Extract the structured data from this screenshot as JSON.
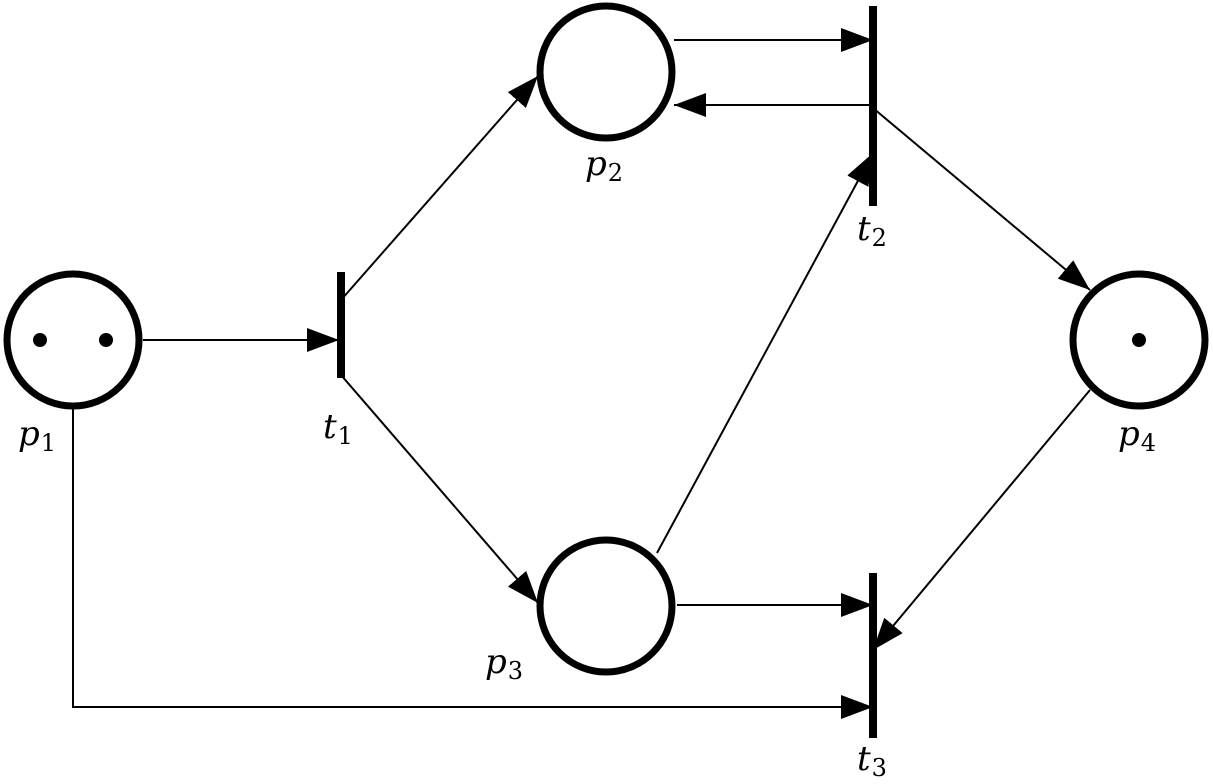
{
  "diagram": {
    "type": "petri-net",
    "colors": {
      "stroke": "#000000",
      "background": "#ffffff"
    },
    "places": [
      {
        "id": "p1",
        "name": "p",
        "index": "1",
        "tokens": 2
      },
      {
        "id": "p2",
        "name": "p",
        "index": "2",
        "tokens": 0
      },
      {
        "id": "p3",
        "name": "p",
        "index": "3",
        "tokens": 0
      },
      {
        "id": "p4",
        "name": "p",
        "index": "4",
        "tokens": 1
      }
    ],
    "transitions": [
      {
        "id": "t1",
        "name": "t",
        "index": "1"
      },
      {
        "id": "t2",
        "name": "t",
        "index": "2"
      },
      {
        "id": "t3",
        "name": "t",
        "index": "3"
      }
    ],
    "arcs": [
      {
        "from": "p1",
        "to": "t1"
      },
      {
        "from": "t1",
        "to": "p2"
      },
      {
        "from": "t1",
        "to": "p3"
      },
      {
        "from": "p2",
        "to": "t2"
      },
      {
        "from": "t2",
        "to": "p2"
      },
      {
        "from": "p3",
        "to": "t2"
      },
      {
        "from": "t2",
        "to": "p4"
      },
      {
        "from": "p3",
        "to": "t3"
      },
      {
        "from": "p4",
        "to": "t3"
      },
      {
        "from": "p1",
        "to": "t3"
      }
    ]
  }
}
